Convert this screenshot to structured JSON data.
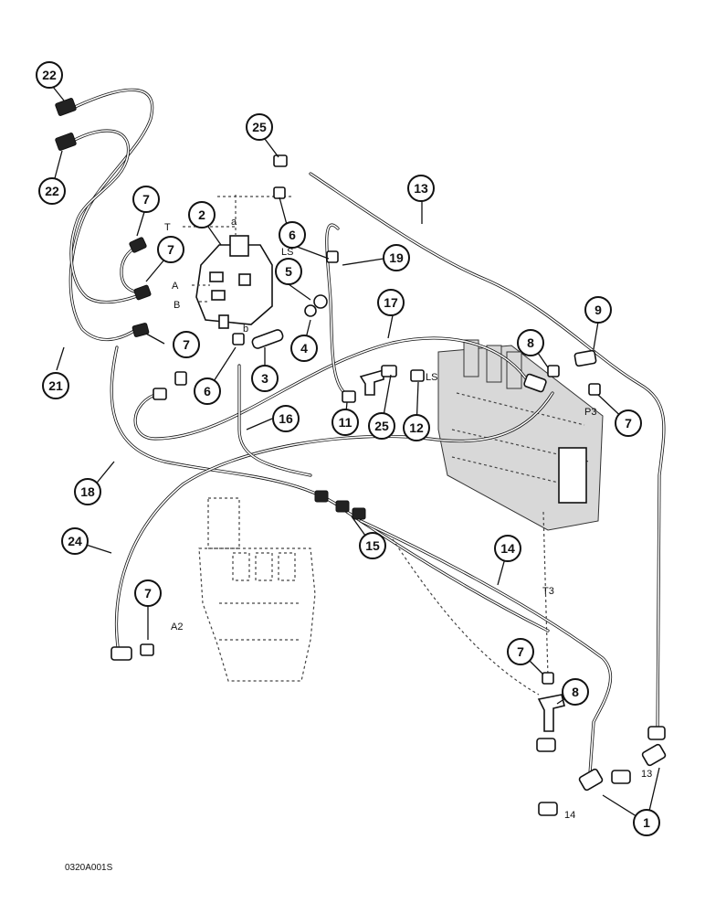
{
  "callouts": [
    {
      "id": "c22a",
      "label": "22"
    },
    {
      "id": "c22b",
      "label": "22"
    },
    {
      "id": "c25a",
      "label": "25"
    },
    {
      "id": "c13",
      "label": "13"
    },
    {
      "id": "c7a",
      "label": "7"
    },
    {
      "id": "c2",
      "label": "2"
    },
    {
      "id": "c7b",
      "label": "7"
    },
    {
      "id": "c6a",
      "label": "6"
    },
    {
      "id": "c19",
      "label": "19"
    },
    {
      "id": "c5",
      "label": "5"
    },
    {
      "id": "c9",
      "label": "9"
    },
    {
      "id": "c17",
      "label": "17"
    },
    {
      "id": "c7c",
      "label": "7"
    },
    {
      "id": "c4",
      "label": "4"
    },
    {
      "id": "c8a",
      "label": "8"
    },
    {
      "id": "c21",
      "label": "21"
    },
    {
      "id": "c6b",
      "label": "6"
    },
    {
      "id": "c3",
      "label": "3"
    },
    {
      "id": "c11",
      "label": "11"
    },
    {
      "id": "c25b",
      "label": "25"
    },
    {
      "id": "c12",
      "label": "12"
    },
    {
      "id": "c7d",
      "label": "7"
    },
    {
      "id": "c16",
      "label": "16"
    },
    {
      "id": "c18",
      "label": "18"
    },
    {
      "id": "c24",
      "label": "24"
    },
    {
      "id": "c15",
      "label": "15"
    },
    {
      "id": "c14",
      "label": "14"
    },
    {
      "id": "c7e",
      "label": "7"
    },
    {
      "id": "c7f",
      "label": "7"
    },
    {
      "id": "c8b",
      "label": "8"
    },
    {
      "id": "c1",
      "label": "1"
    }
  ],
  "port_labels": {
    "t": "T",
    "a_small": "a",
    "a": "A",
    "b_big": "B",
    "b_small": "b",
    "ls_valve": "LS",
    "ls_main": "LS",
    "p3": "P3",
    "a2": "A2",
    "t3": "T3",
    "port13": "13",
    "port14": "14"
  },
  "figure_code": "0320A001S"
}
